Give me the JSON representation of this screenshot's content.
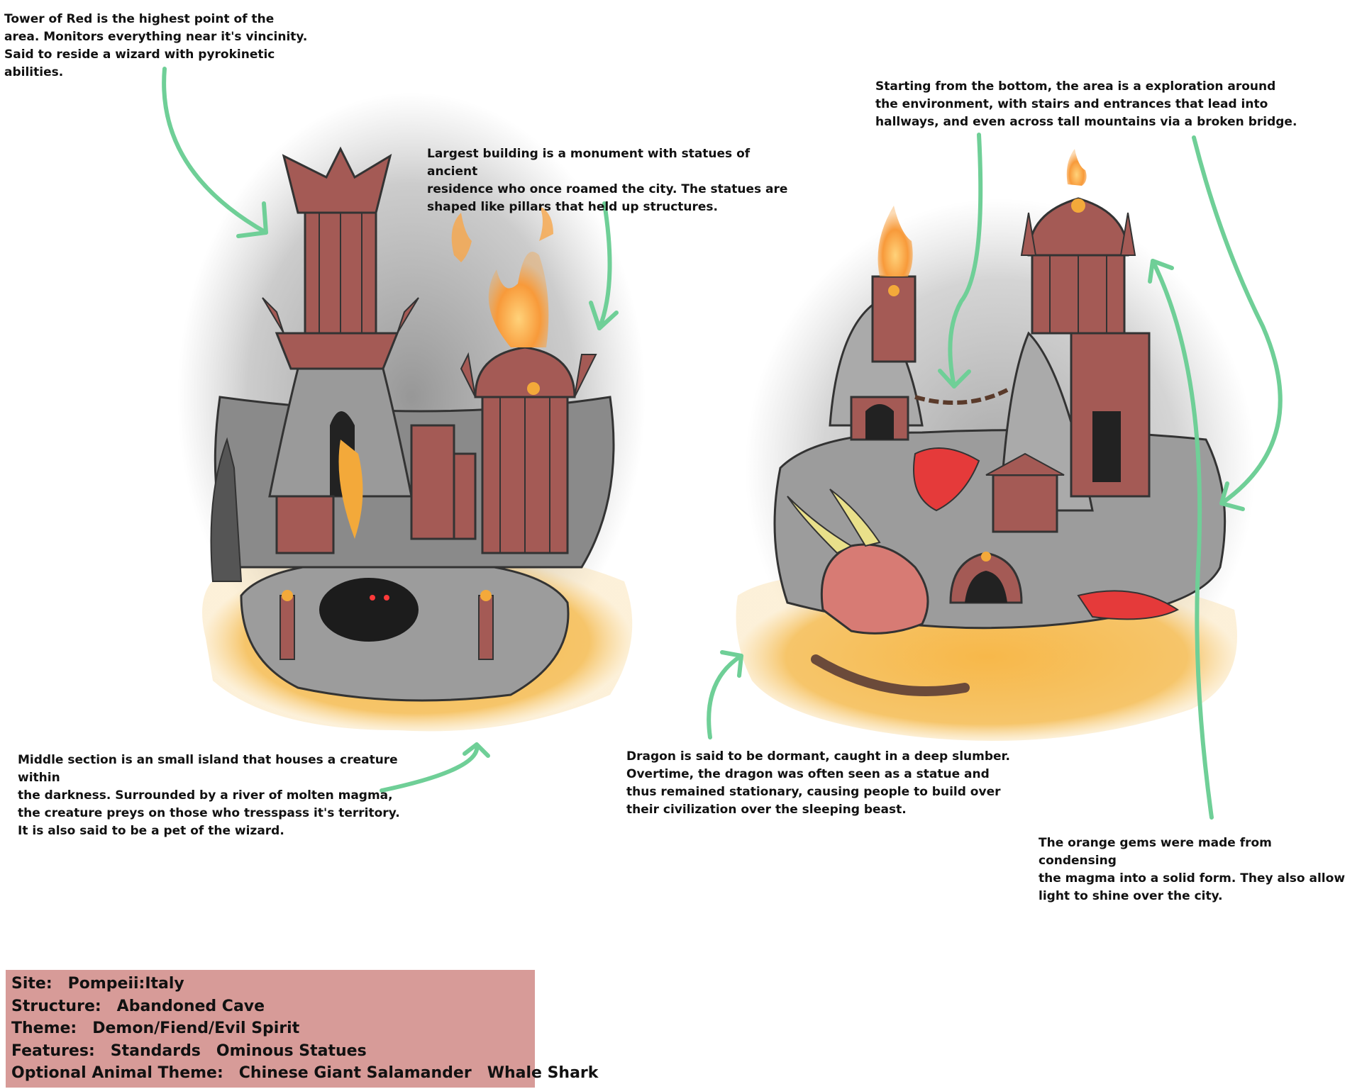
{
  "annotations": {
    "tower": "Tower of Red is the highest point of the\narea. Monitors everything near it's vincinity.\nSaid to reside a wizard with pyrokinetic abilities.",
    "monument": "Largest building is a monument with statues of ancient\nresidence who once roamed the city. The statues are\nshaped like pillars that held up structures.",
    "exploration": "Starting from the bottom, the area is a exploration around\nthe environment, with stairs and entrances that lead into\nhallways, and even across tall mountains via a broken bridge.",
    "middle": "Middle section is an small island that houses a creature within\nthe darkness. Surrounded by a river of molten magma,\nthe creature preys on those who tresspass it's territory.\nIt is also said to be a pet of the wizard.",
    "dragon": "Dragon is said to be dormant, caught in a deep slumber.\nOvertime, the dragon was often seen as a statue and\nthus remained stationary, causing people to build over\ntheir civilization over the sleeping beast.",
    "gems": "The orange gems were made from condensing\nthe magma into a solid form. They also allow\nlight to shine over the city."
  },
  "info": {
    "site_label": "Site:",
    "site_value": "Pompeii:Italy",
    "structure_label": "Structure:",
    "structure_value": "Abandoned Cave",
    "theme_label": "Theme:",
    "theme_value": "Demon/Fiend/Evil Spirit",
    "features_label": "Features:",
    "features_values": [
      "Standards",
      "Ominous Statues"
    ],
    "animal_label": "Optional Animal Theme:",
    "animal_values": [
      "Chinese Giant Salamander",
      "Whale Shark"
    ]
  },
  "colors": {
    "arrow": "#6fcf97",
    "info_box": "#d79b98",
    "stone_red": "#a45a55",
    "magma": "#f3a93a",
    "rock_gray": "#8c8c8c"
  }
}
